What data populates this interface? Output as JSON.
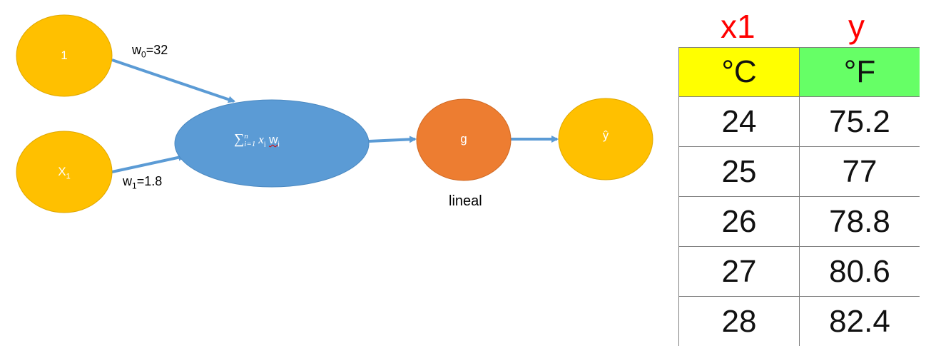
{
  "diagram": {
    "nodes": {
      "bias": "1",
      "input": "X",
      "input_sub": "1",
      "activation": "g",
      "output": "ŷ"
    },
    "weights": {
      "w0_base": "w",
      "w0_sub": "0",
      "w0_value": "=32",
      "w1_base": "w",
      "w1_sub": "1",
      "w1_value": "=1.8"
    },
    "sum": {
      "symbol": "∑",
      "upper": "n",
      "lower": "i=1",
      "x_term": "x",
      "x_sub": "i",
      "w_term": "w",
      "w_sub": "i"
    },
    "activation_caption": "lineal",
    "colors": {
      "input_node": "#FFC000",
      "sum_node": "#5B9BD5",
      "activation_node": "#ED7D31",
      "arrow": "#5B9BD5"
    }
  },
  "table": {
    "column_vars": [
      "x1",
      "y"
    ],
    "headers": [
      "°C",
      "°F"
    ],
    "header_colors": [
      "#FFFF00",
      "#66FF66"
    ],
    "rows": [
      [
        "24",
        "75.2"
      ],
      [
        "25",
        "77"
      ],
      [
        "26",
        "78.8"
      ],
      [
        "27",
        "80.6"
      ],
      [
        "28",
        "82.4"
      ]
    ]
  }
}
